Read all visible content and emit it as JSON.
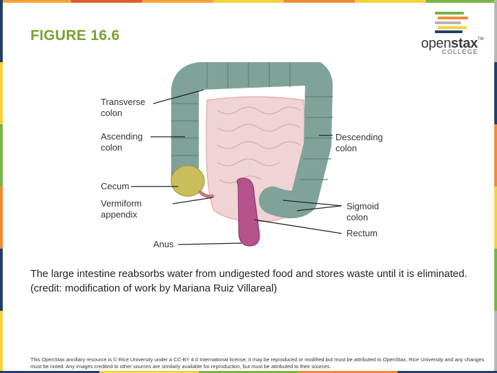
{
  "figure_title": "FIGURE 16.6",
  "logo": {
    "word_light": "open",
    "word_bold": "stax",
    "tm": "TM",
    "sub": "COLLEGE",
    "bar_colors": [
      "#77b445",
      "#f08b36",
      "#b6b6b6",
      "#233e69",
      "#f6d139"
    ]
  },
  "labels": {
    "transverse": "Transverse colon",
    "ascending": "Ascending colon",
    "cecum": "Cecum",
    "appendix": "Vermiform appendix",
    "anus": "Anus",
    "descending": "Descending colon",
    "sigmoid": "Sigmoid colon",
    "rectum": "Rectum"
  },
  "caption": "The large intestine reabsorbs water from undigested food and stores waste until it is eliminated. (credit: modification of work by Mariana Ruiz Villareal)",
  "license": "This OpenStax ancillary resource is © Rice University under a CC-BY 4.0 International license; it may be reproduced or modified but must be attributed to OpenStax, Rice University and any changes must be noted. Any images credited to other sources are similarly available for reproduction, but must be attributed to their sources.",
  "colors": {
    "accent": "#78a22f",
    "colon": "#7fa39a",
    "cecum": "#c9bd5c",
    "rectum": "#b6538f",
    "intestine": "#f0d3d4"
  }
}
